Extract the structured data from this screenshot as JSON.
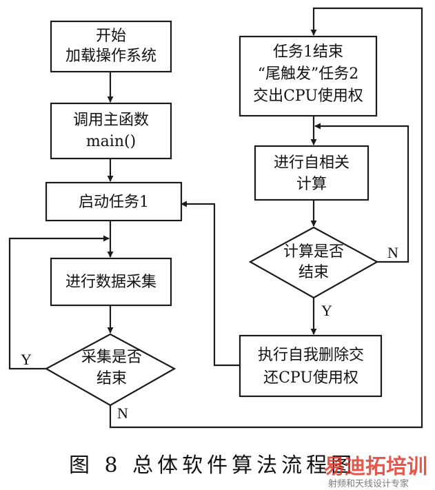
{
  "nodes": {
    "start": [
      "开始",
      "加载操作系统"
    ],
    "call_main": [
      "调用主函数",
      "main()"
    ],
    "start_task1": [
      "启动任务1"
    ],
    "collect": [
      "进行数据采集"
    ],
    "collect_done": [
      "采集是否",
      "结束"
    ],
    "task1_end": [
      "任务1结束",
      "“尾触发”任务2",
      "交出CPU使用权"
    ],
    "autocorr": [
      "进行自相关",
      "计算"
    ],
    "calc_done": [
      "计算是否",
      "结束"
    ],
    "self_delete": [
      "执行自我删除交",
      "还CPU使用权"
    ]
  },
  "branch_labels": {
    "collect_yes": "Y",
    "collect_no": "N",
    "calc_no": "N",
    "calc_yes": "Y"
  },
  "caption": "图 8  总体软件算法流程图",
  "watermark": {
    "main": "易迪拓培训",
    "sub": "射频和天线设计专家"
  },
  "colors": {
    "line": "#1a1a1a",
    "watermark": "#e23a2c"
  }
}
